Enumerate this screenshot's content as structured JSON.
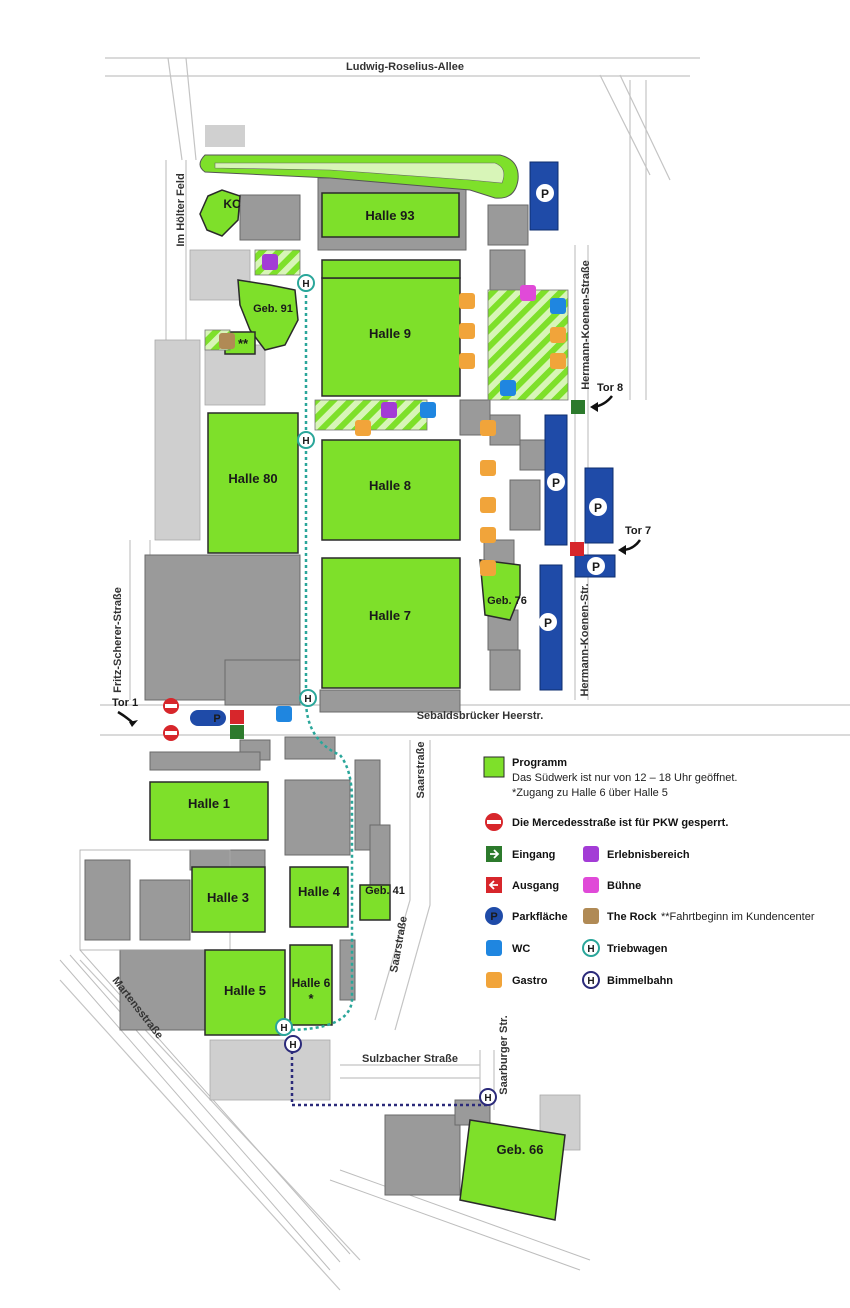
{
  "colors": {
    "program": "#7ee02a",
    "building": "#9a9a9a",
    "building_light": "#c8c8c8",
    "road": "#ffffff",
    "parking": "#1f4ba8",
    "triebwagen": "#2aa69a",
    "bimmelbahn": "#2b2a7a",
    "gastro": "#f1a43a",
    "wc": "#1f86e0",
    "erlebnis": "#a33cd6",
    "buehne": "#e04ad8",
    "exit": "#d7262b",
    "entrance": "#2c7a2c",
    "the_rock": "#b08a55"
  },
  "streets": {
    "ludwig": "Ludwig-Roselius-Allee",
    "im_holter": "Im Hölter Feld",
    "fritz": "Fritz-Scherer-Straße",
    "hermann1": "Hermann-Koenen-Straße",
    "hermann2": "Hermann-Koenen-Str.",
    "sebaldsbruecker": "Sebaldsbrücker Heerstr.",
    "saarstrasse1": "Saarstraße",
    "saarstrasse2": "Saarstraße",
    "martensstrasse": "Martensstraße",
    "sulzbacher": "Sulzbacher Straße",
    "saarburger": "Saarburger Str."
  },
  "gates": {
    "tor1": "Tor 1",
    "tor7": "Tor 7",
    "tor8": "Tor 8"
  },
  "buildings": {
    "halle93": "Halle 93",
    "halle9": "Halle 9",
    "halle80": "Halle 80",
    "halle8": "Halle 8",
    "halle7": "Halle 7",
    "halle1": "Halle 1",
    "halle3": "Halle 3",
    "halle4": "Halle 4",
    "halle5": "Halle 5",
    "halle6": "Halle 6",
    "halle6_star": "*",
    "kc": "KC",
    "geb91": "Geb. 91",
    "geb76": "Geb. 76",
    "geb41": "Geb. 41",
    "geb66": "Geb. 66",
    "the_rock_marker": "**"
  },
  "icons": {
    "parking": "P",
    "triebwagen": "H",
    "bimmelbahn": "H"
  },
  "legend": {
    "programm_title": "Programm",
    "programm_line1": "Das Südwerk ist nur von 12 – 18 Uhr geöffnet.",
    "programm_line2": "*Zugang zu Halle 6 über Halle 5",
    "closed": "Die Mercedesstraße ist für PKW gesperrt.",
    "eingang": "Eingang",
    "ausgang": "Ausgang",
    "parkflaeche": "Parkfläche",
    "wc": "WC",
    "gastro": "Gastro",
    "erlebnisbereich": "Erlebnisbereich",
    "buehne": "Bühne",
    "the_rock": "The Rock",
    "the_rock_note": "**Fahrtbeginn im Kundencenter",
    "triebwagen": "Triebwagen",
    "bimmelbahn": "Bimmelbahn"
  }
}
